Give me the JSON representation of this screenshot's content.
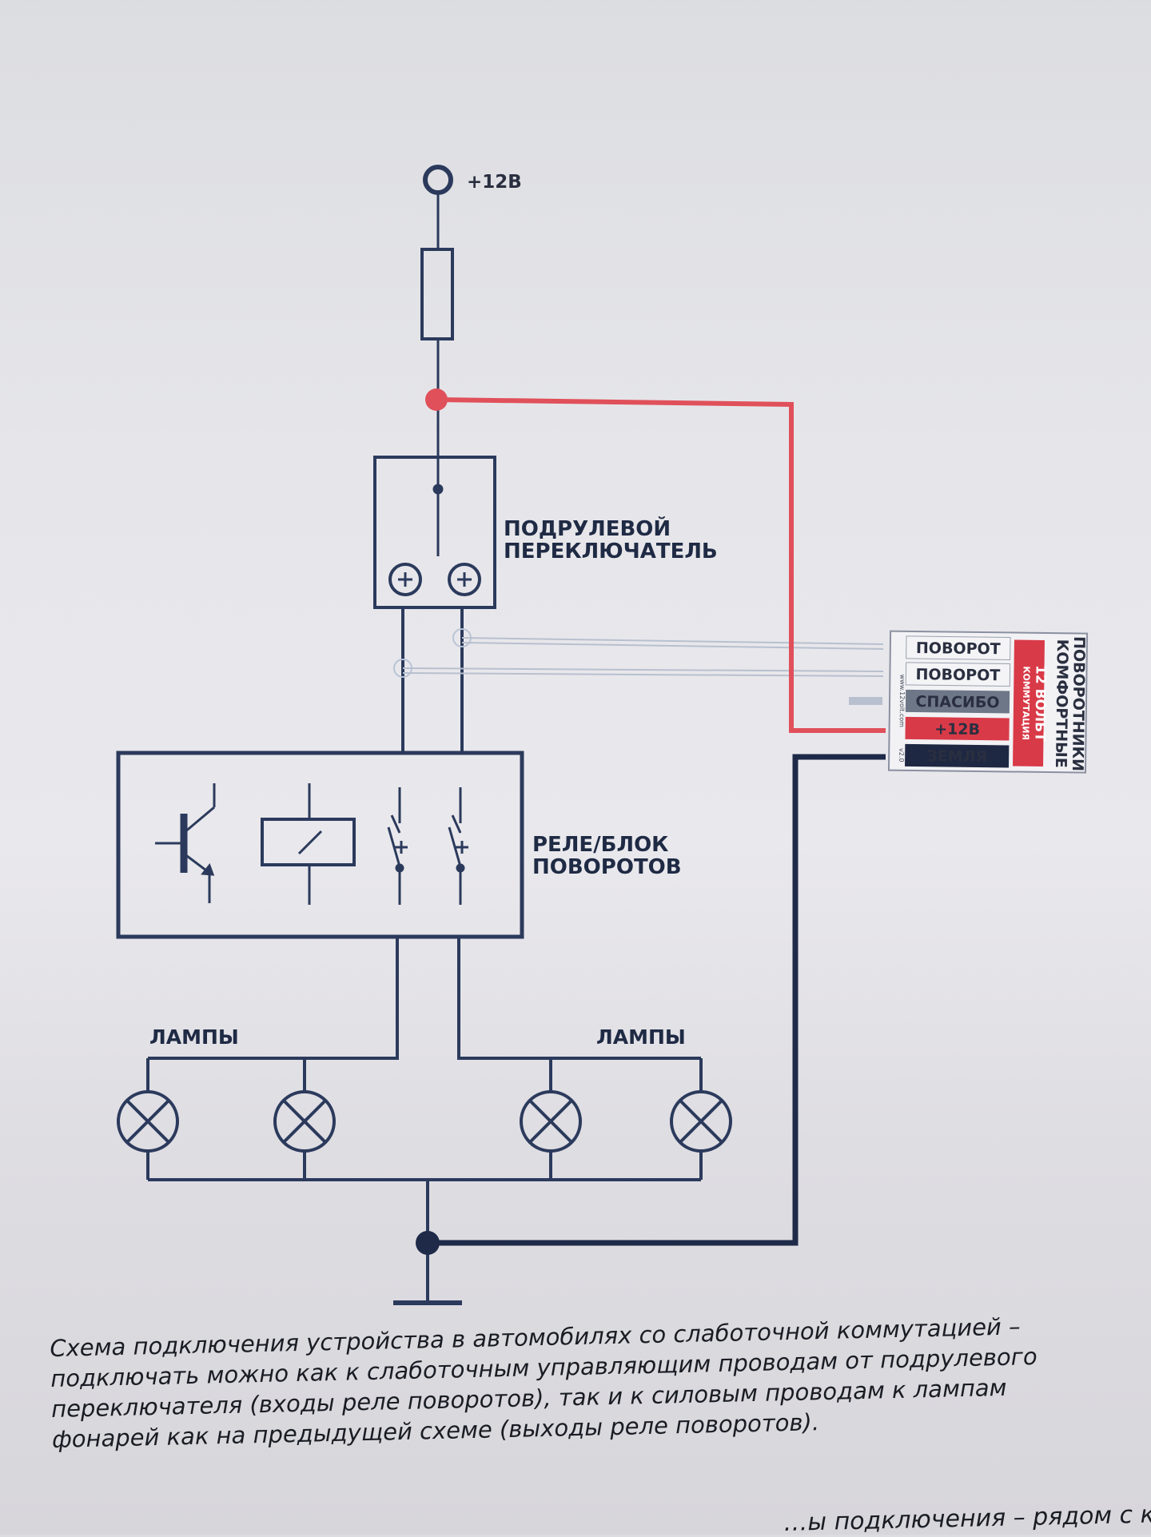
{
  "supply": {
    "label": "+12В"
  },
  "steering_switch": {
    "line1": "ПОДРУЛЕВОЙ",
    "line2": "ПЕРЕКЛЮЧАТЕЛЬ"
  },
  "relay": {
    "line1": "РЕЛЕ/БЛОК",
    "line2": "ПОВОРОТОВ"
  },
  "lamps": {
    "left_label": "ЛАМПЫ",
    "right_label": "ЛАМПЫ"
  },
  "module": {
    "pins": [
      {
        "label": "ПОВОРОТ",
        "color": "#f4f4f6",
        "text_color": "#1f2433"
      },
      {
        "label": "ПОВОРОТ",
        "color": "#f4f4f6",
        "text_color": "#1f2433"
      },
      {
        "label": "СПАСИБО",
        "color": "#6e7788",
        "text_color": "#ffffff"
      },
      {
        "label": "+12В",
        "color": "#d93a48",
        "text_color": "#ffffff"
      },
      {
        "label": "ЗЕМЛЯ",
        "color": "#1e2842",
        "text_color": "#ffffff"
      }
    ],
    "side_text": "www.12volt.com",
    "version": "v2.0",
    "brand_line1": "КОММУТАЦИЯ",
    "brand_line2": "12 ВОЛЬТ",
    "product_line1": "КОМФОРТНЫЕ",
    "product_line2": "ПОВОРОТНИКИ"
  },
  "colors": {
    "power_wire": "#e0505a",
    "ground_wire": "#1e2a48",
    "schematic": "#2b3a5c",
    "signal_wire": "#b8c0cf"
  },
  "caption": {
    "lines": [
      "Схема подключения устройства в автомобилях со слаботочной коммутацией –",
      "подключать можно как к слаботочным управляющим проводам от подрулевого",
      "переключателя (входы реле поворотов), так и к силовым проводам к лампам",
      "фонарей как на предыдущей схеме (выходы реле поворотов)."
    ],
    "bottom_fragment": "…ы подключения – рядом с кнопкой"
  }
}
